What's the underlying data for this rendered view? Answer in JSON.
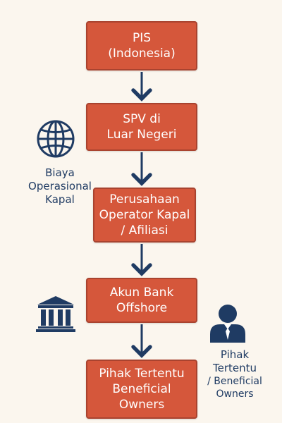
{
  "colors": {
    "background": "#fbf6ee",
    "box_fill": "#d5573b",
    "box_border": "#a9432f",
    "box_text": "#ffffff",
    "navy": "#1f3b63"
  },
  "flow": {
    "pis": {
      "line1": "PIS",
      "line2": "(Indonesia)"
    },
    "spv": {
      "line1": "SPV di",
      "line2": "Luar Negeri"
    },
    "operator": {
      "line1": "Perusahaan",
      "line2": "Operator Kapal",
      "line3": "/ Afiliasi"
    },
    "bank": {
      "line1": "Akun Bank",
      "line2": "Offshore"
    },
    "owners": {
      "line1": "Pihak Tertentu",
      "line2": "Beneficial",
      "line3": "Owners"
    }
  },
  "side_labels": {
    "biaya": {
      "line1": "Biaya",
      "line2": "Operasional",
      "line3": "Kapal"
    },
    "pihak": {
      "line1": "Pihak",
      "line2": "Tertentu",
      "line3": "/ Beneficial",
      "line4": "Owners"
    }
  },
  "icons": {
    "globe": "globe-icon",
    "bank": "bank-building-icon",
    "person": "person-icon"
  }
}
